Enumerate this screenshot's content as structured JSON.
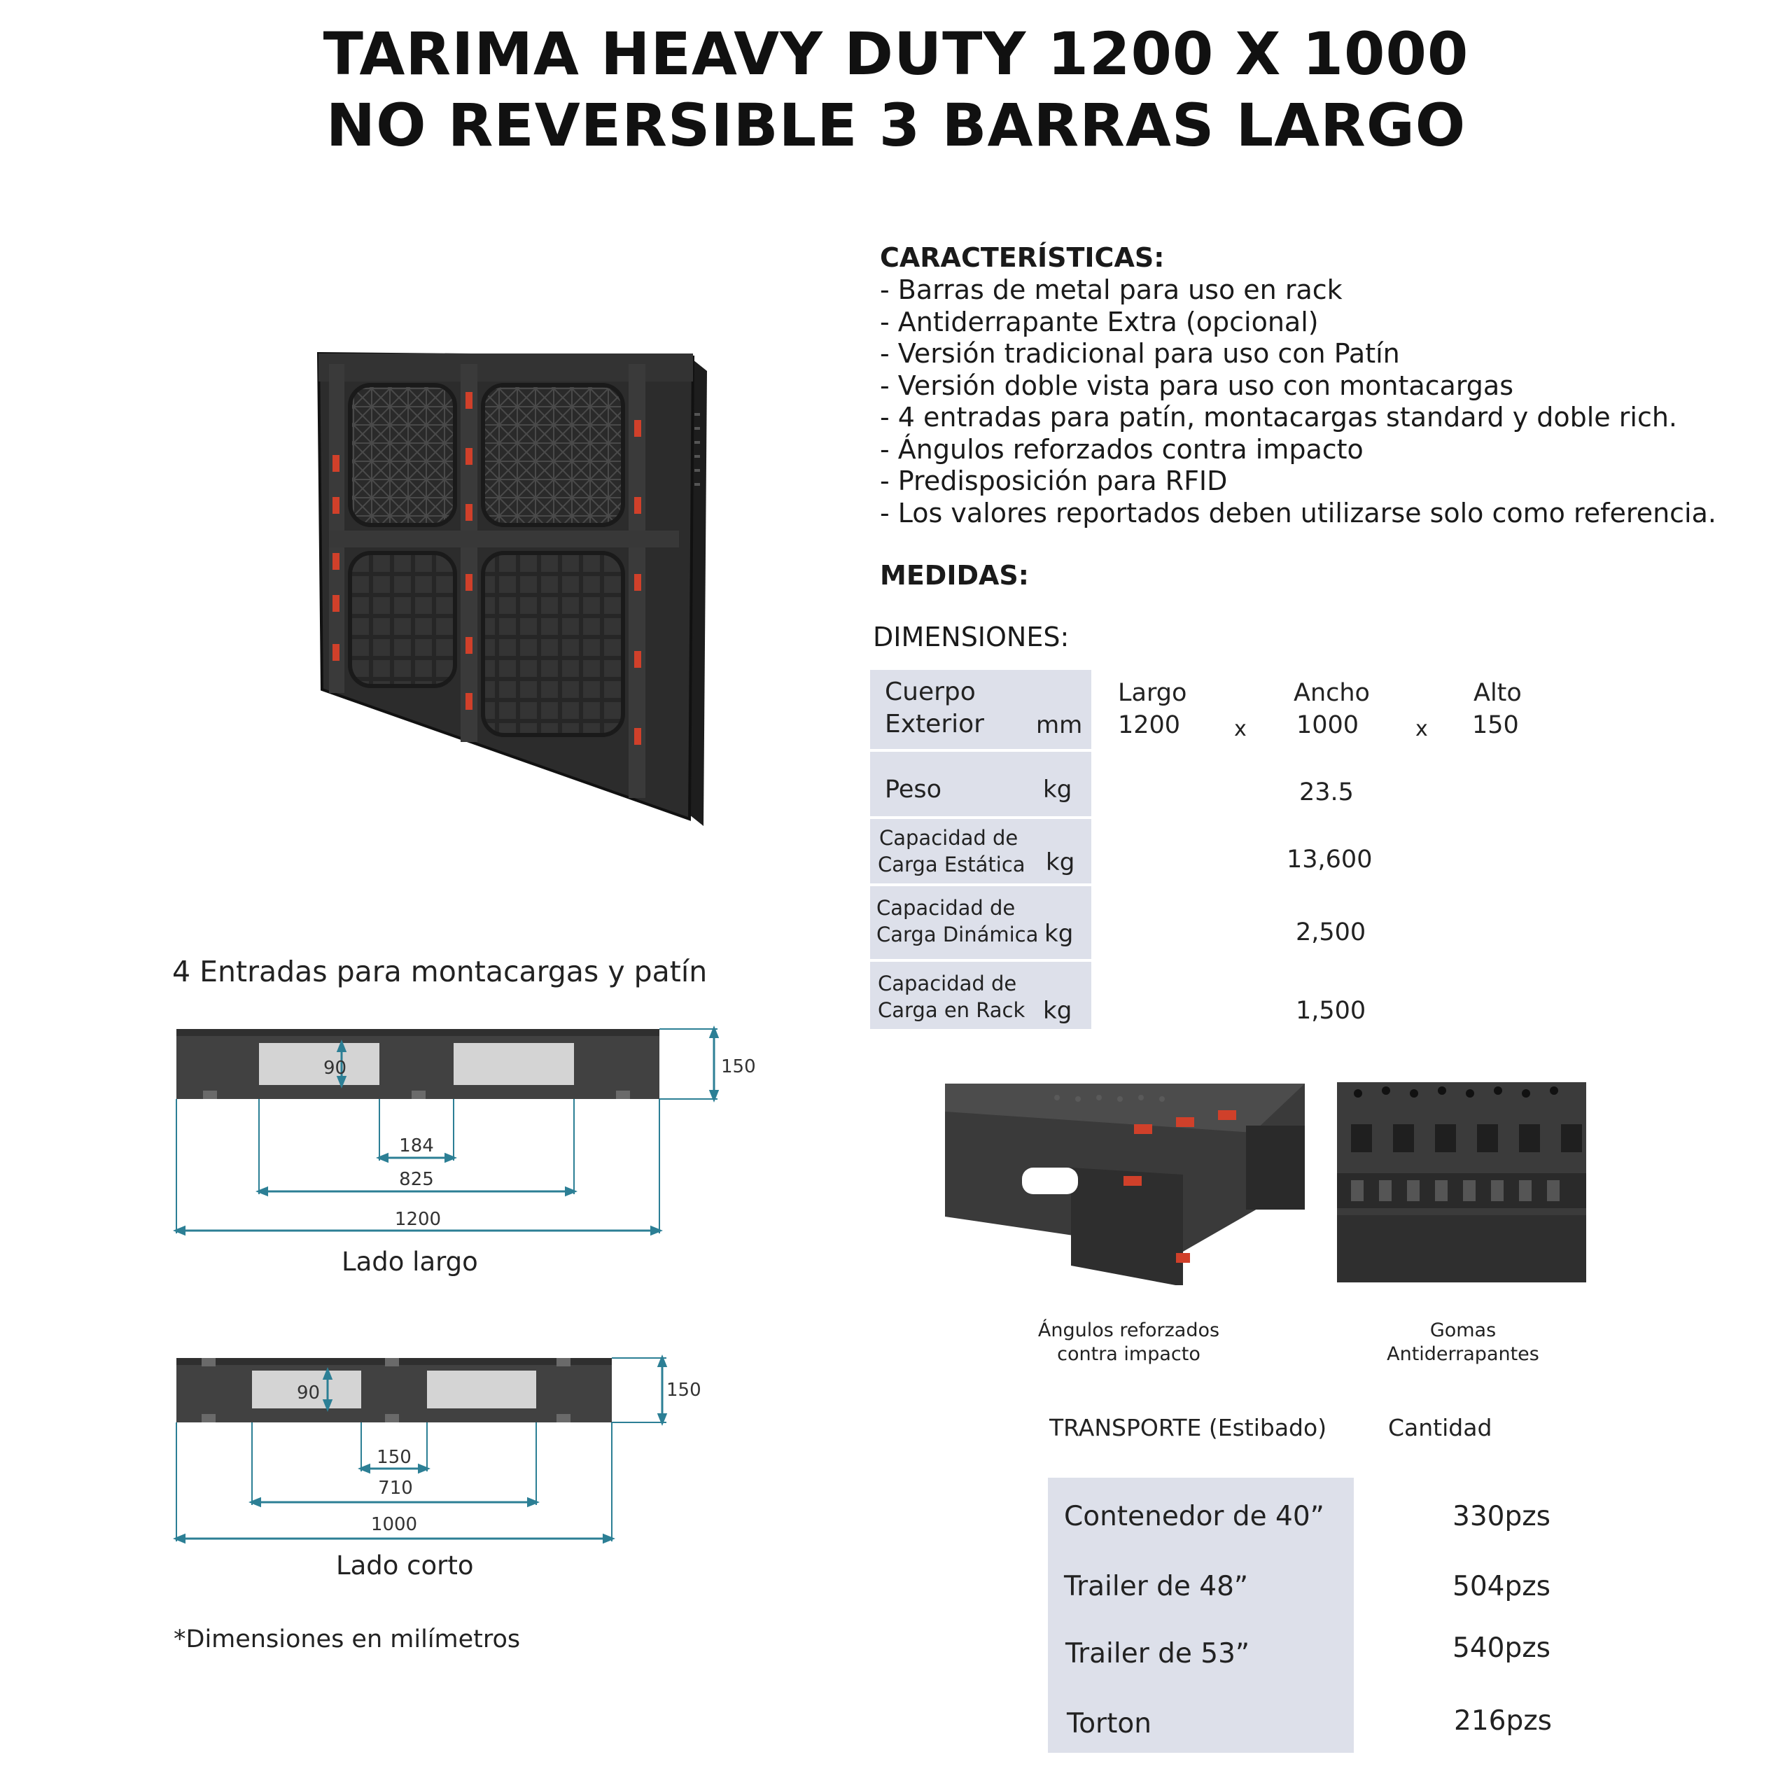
{
  "title": {
    "line1": "TARIMA HEAVY DUTY 1200 X 1000",
    "line2": "NO REVERSIBLE 3 BARRAS LARGO"
  },
  "features": {
    "heading": "CARACTERÍSTICAS:",
    "items": [
      "- Barras de metal para uso en rack",
      "- Antiderrapante Extra (opcional)",
      "- Versión tradicional para uso con Patín",
      "- Versión doble vista para uso con montacargas",
      "- 4 entradas para patín, montacargas standard y doble rich.",
      "- Ángulos reforzados contra impacto",
      "- Predisposición para RFID",
      "- Los valores reportados deben utilizarse solo como referencia."
    ]
  },
  "medidas": {
    "heading": "MEDIDAS:",
    "dimensiones_heading": "DIMENSIONES:",
    "outer": {
      "label1": "Cuerpo",
      "label2": "Exterior",
      "unit": "mm",
      "largo_label": "Largo",
      "largo": "1200",
      "ancho_label": "Ancho",
      "ancho": "1000",
      "alto_label": "Alto",
      "alto": "150",
      "sep": "x"
    },
    "rows": [
      {
        "label1": "Peso",
        "label2": "",
        "unit": "kg",
        "value": "23.5"
      },
      {
        "label1": "Capacidad de",
        "label2": "Carga Estática",
        "unit": "kg",
        "value": "13,600"
      },
      {
        "label1": "Capacidad de",
        "label2": "Carga Dinámica",
        "unit": "kg",
        "value": "2,500"
      },
      {
        "label1": "Capacidad de",
        "label2": "Carga en  Rack",
        "unit": "kg",
        "value": "1,500"
      }
    ]
  },
  "entradas": {
    "heading": "4 Entradas para montacargas y patín",
    "largo": {
      "caption": "Lado largo",
      "entry_h": "90",
      "height": "150",
      "gap": "184",
      "span": "825",
      "total": "1200"
    },
    "corto": {
      "caption": "Lado corto",
      "entry_h": "90",
      "height": "150",
      "gap": "150",
      "span": "710",
      "total": "1000"
    },
    "note": "*Dimensiones en milímetros"
  },
  "photos": {
    "caption1_line1": "Ángulos reforzados",
    "caption1_line2": "contra impacto",
    "caption2_line1": "Gomas",
    "caption2_line2": "Antiderrapantes"
  },
  "transport": {
    "heading": "TRANSPORTE  (Estibado)",
    "qty_heading": "Cantidad",
    "rows": [
      {
        "label": "Contenedor de 40”",
        "qty": "330pzs"
      },
      {
        "label": "Trailer de 48”",
        "qty": "504pzs"
      },
      {
        "label": "Trailer de 53”",
        "qty": "540pzs"
      },
      {
        "label": "Torton",
        "qty": "216pzs"
      }
    ]
  },
  "colors": {
    "pallet": "#2b2b2b",
    "accent_red": "#d0402a",
    "table_bg": "#dde0ea",
    "dim_line": "#2c7f95",
    "entry_fill": "#d4d4d4"
  }
}
